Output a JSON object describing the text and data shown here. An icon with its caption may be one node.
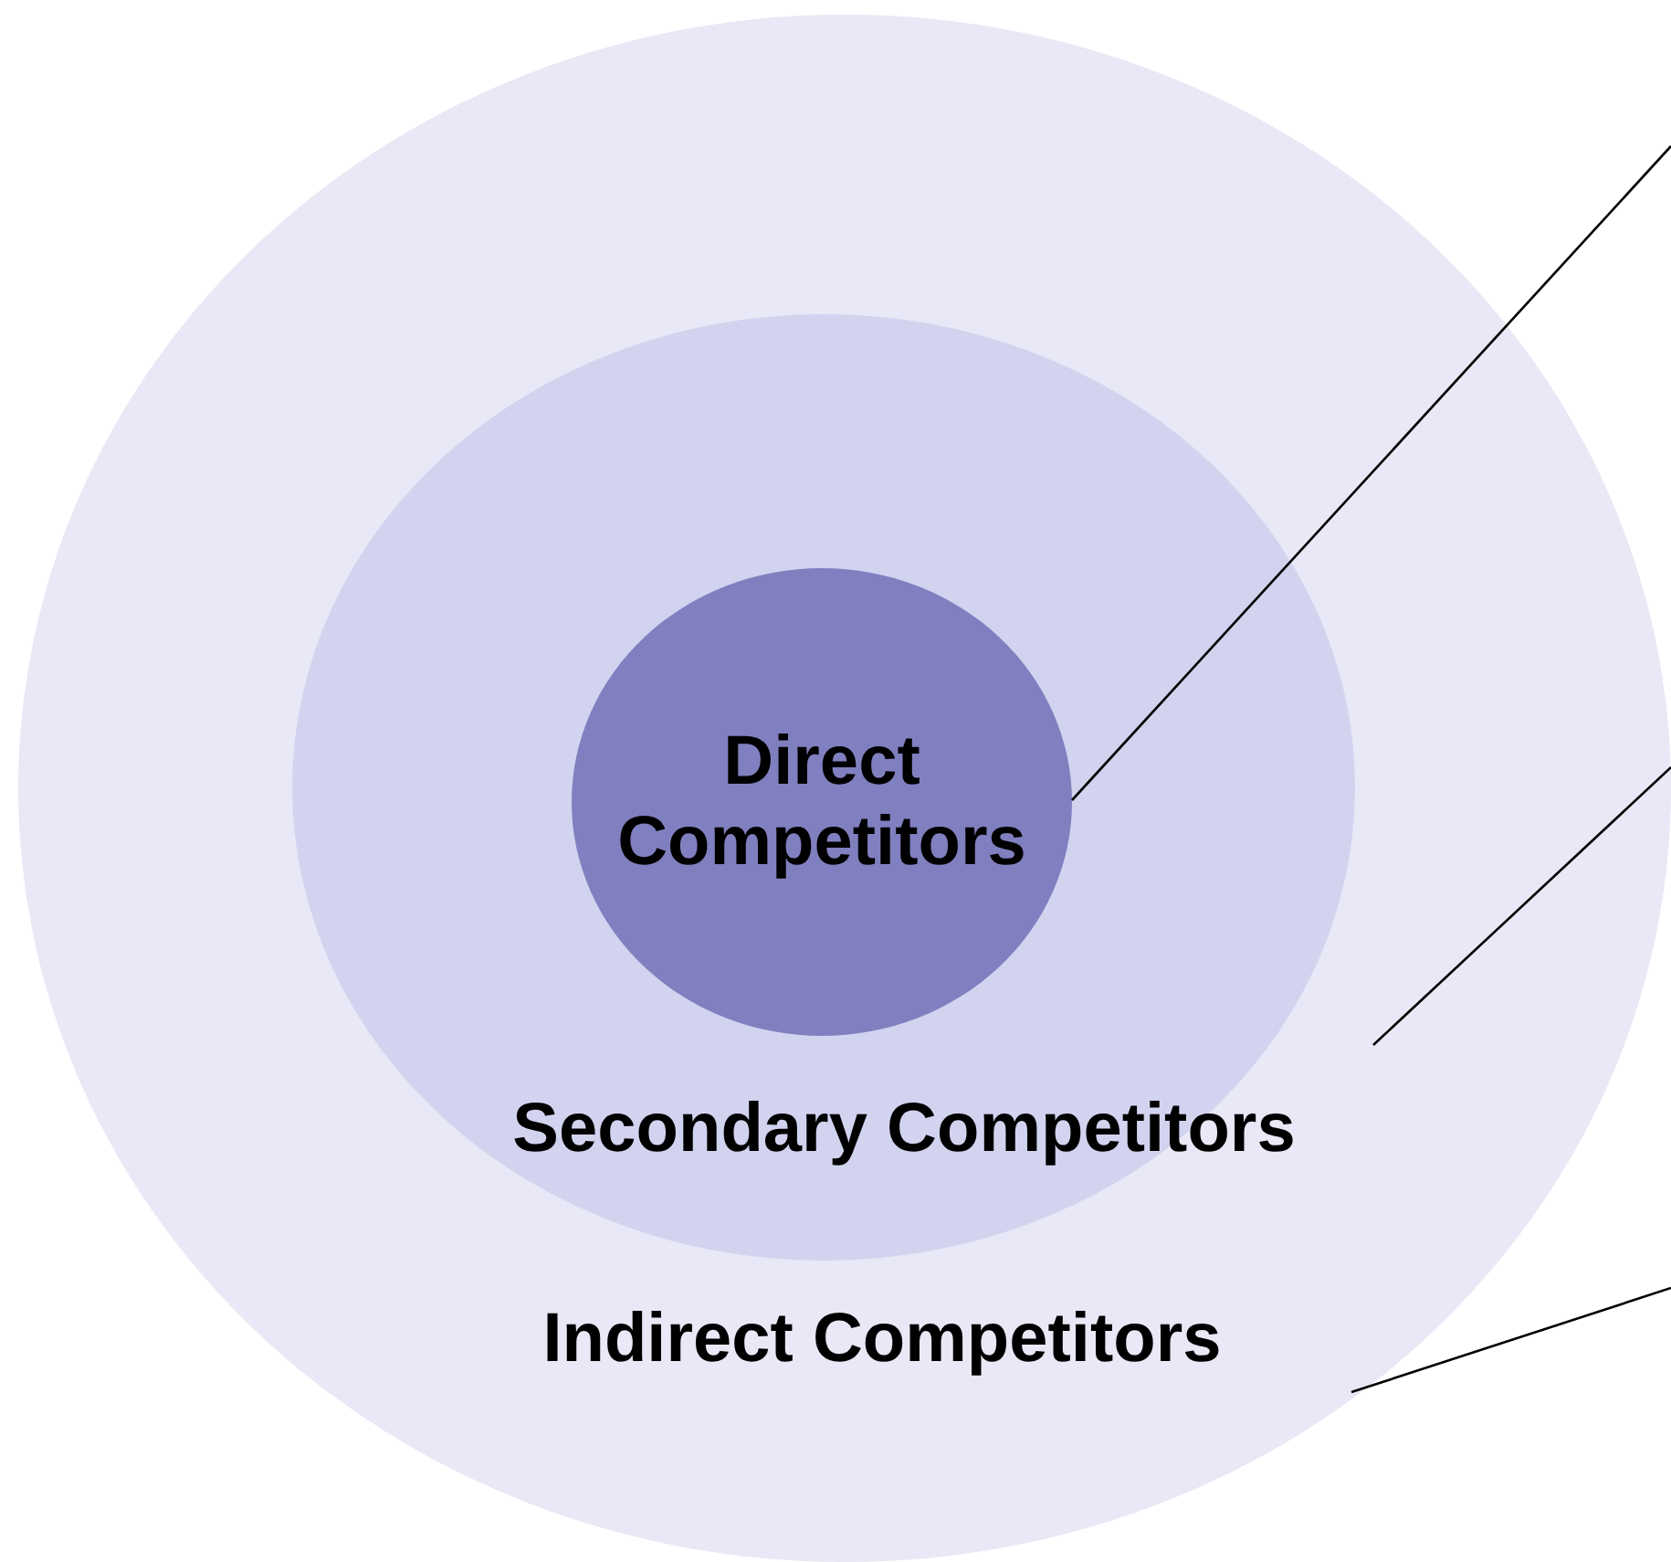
{
  "diagram": {
    "nodes": [
      {
        "text": [
          "Indirect Competitors"
        ]
      },
      {
        "text": [
          "Secondary Competitors"
        ],
        "in": 0
      },
      {
        "text": [
          "Direct Competitors"
        ],
        "in": 1
      }
    ],
    "edges": [
      {
        "from": 2,
        "to": null,
        "arrow": "none"
      },
      {
        "from": 1,
        "to": null,
        "arrow": "none"
      },
      {
        "from": 0,
        "to": null,
        "arrow": "none"
      }
    ]
  }
}
